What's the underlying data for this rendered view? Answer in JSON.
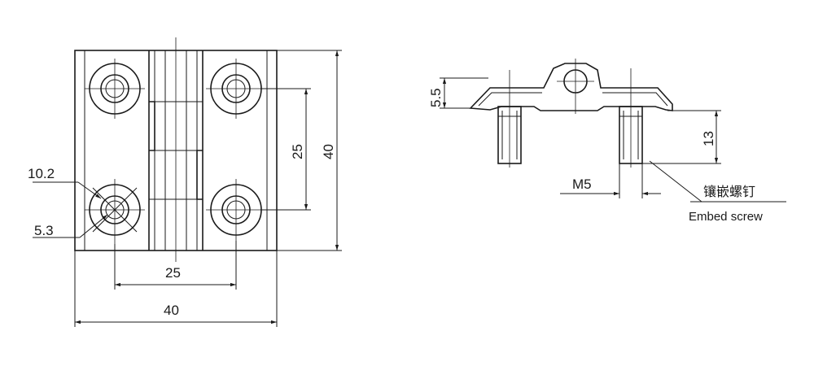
{
  "front_view": {
    "dim_hole_diameter": "10.2",
    "dim_thread_diameter": "5.3",
    "dim_hole_spacing_horizontal": "25",
    "dim_overall_width": "40",
    "dim_hole_spacing_vertical": "25",
    "dim_overall_height": "40"
  },
  "side_view": {
    "dim_plate_thickness": "5.5",
    "dim_screw_length": "13",
    "dim_thread_size": "M5",
    "callout_label_cn": "镶嵌螺钉",
    "callout_label_en": "Embed screw"
  }
}
